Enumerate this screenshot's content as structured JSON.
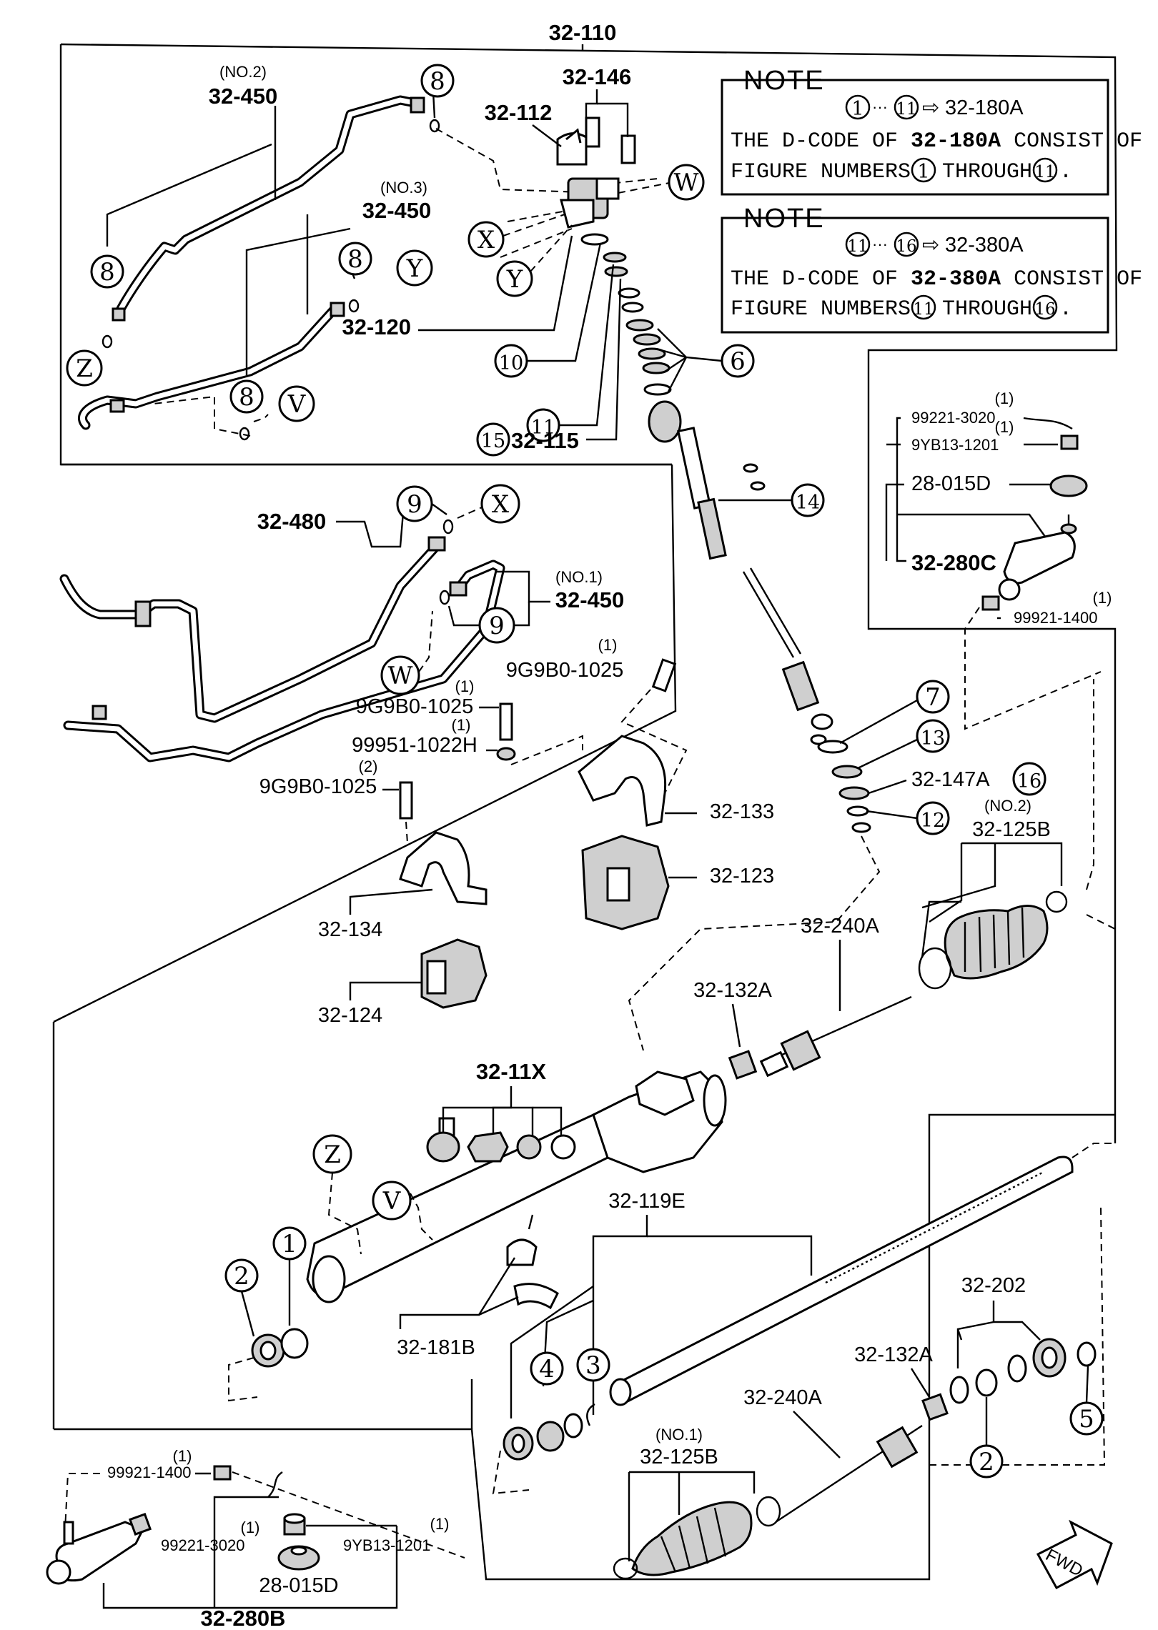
{
  "parts": {
    "p32_110": "32-110",
    "p32_146": "32-146",
    "p32_112": "32-112",
    "no2_a": "(NO.2)",
    "p32_450_a": "32-450",
    "no3": "(NO.3)",
    "p32_450_b": "32-450",
    "p32_120": "32-120",
    "p32_115": "32-115",
    "p32_480": "32-480",
    "no1_a": "(NO.1)",
    "p32_450_c": "32-450",
    "q1_a": "(1)",
    "p9g9b0_a": "9G9B0-1025",
    "q1_b": "(1)",
    "p9g9b0_b": "9G9B0-1025",
    "q1_c": "(1)",
    "p99951": "99951-1022H",
    "q2_a": "(2)",
    "p9g9b0_c": "9G9B0-1025",
    "p32_133": "32-133",
    "p32_123": "32-123",
    "p32_134": "32-134",
    "p32_124": "32-124",
    "p32_147a": "32-147A",
    "no2_b": "(NO.2)",
    "p32_125b_a": "32-125B",
    "p32_240a_a": "32-240A",
    "p32_132a_a": "32-132A",
    "p32_11x": "32-11X",
    "p32_119e": "32-119E",
    "p32_181b": "32-181B",
    "p32_202": "32-202",
    "p32_132a_b": "32-132A",
    "p32_240a_b": "32-240A",
    "no1_b": "(NO.1)",
    "p32_125b_b": "32-125B",
    "p32_280b": "32-280B",
    "fwd": "FWD"
  },
  "inset_right": {
    "q1_a": "(1)",
    "p99221": "99221-3020",
    "q1_b": "(1)",
    "p9yb13": "9YB13-1201",
    "p28_015d": "28-015D",
    "p32_280c": "32-280C",
    "q1_c": "(1)",
    "p99921": "99921-1400"
  },
  "inset_left": {
    "q1_a": "(1)",
    "p99921": "99921-1400",
    "q1_b": "(1)",
    "p99221": "99221-3020",
    "q1_c": "(1)",
    "p9yb13": "9YB13-1201",
    "p28_015d": "28-015D"
  },
  "notes": [
    {
      "heading": "NOTE",
      "ref_from": "1",
      "ellipsis": "···",
      "ref_to": "11",
      "arrow": "⇨",
      "target": "32-180A",
      "line2_a": "THE D-CODE OF ",
      "line2_code": "32-180A",
      "line2_b": " CONSIST OF",
      "line3_a": "FIGURE NUMBERS",
      "line3_n1": "1",
      "line3_mid": "THROUGH",
      "line3_n2": "11",
      "line3_end": "."
    },
    {
      "heading": "NOTE",
      "ref_from": "11",
      "ellipsis": "···",
      "ref_to": "16",
      "arrow": "⇨",
      "target": "32-380A",
      "line2_a": "THE D-CODE OF ",
      "line2_code": "32-380A",
      "line2_b": " CONSIST OF",
      "line3_a": "FIGURE NUMBERS",
      "line3_n1": "11",
      "line3_mid": "THROUGH",
      "line3_n2": "16",
      "line3_end": "."
    }
  ],
  "callouts": {
    "c8a": "8",
    "c8b": "8",
    "c8c": "8",
    "c8d": "8",
    "cZ": "Z",
    "cV": "V",
    "cW": "W",
    "cX": "X",
    "cY": "Y",
    "cXb": "X",
    "cY_top": "Y",
    "cW_b": "W",
    "cZ_b": "Z",
    "cV_b": "V",
    "c10": "10",
    "c11": "11",
    "c15": "15",
    "c6": "6",
    "c14": "14",
    "c9a": "9",
    "c9b": "9",
    "c7": "7",
    "c13": "13",
    "c16": "16",
    "c12": "12",
    "c1": "1",
    "c2": "2",
    "c4": "4",
    "c3": "3",
    "c2b": "2",
    "c5": "5"
  },
  "icons": {
    "tie_rod_end": "tie-rod-end-icon",
    "boot": "boot-icon",
    "clamp": "clamp-icon",
    "bracket": "bracket-icon",
    "bushing": "bushing-icon",
    "pipe": "pipe-icon",
    "gear_housing": "gear-housing-icon",
    "rack": "rack-icon",
    "fwd_arrow": "fwd-arrow-icon"
  }
}
